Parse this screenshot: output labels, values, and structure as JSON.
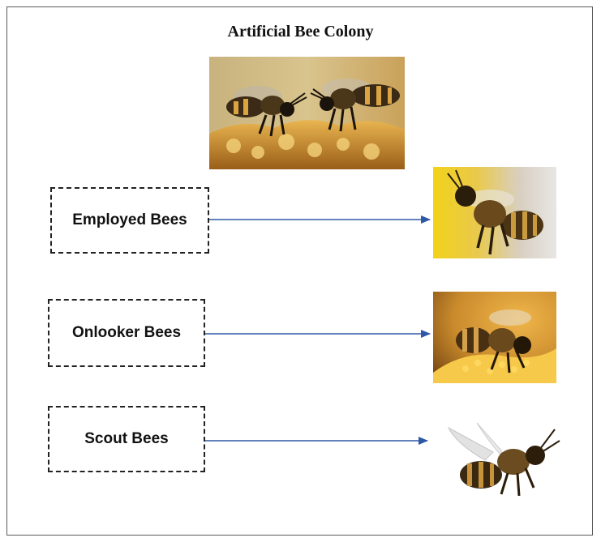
{
  "title": "Artificial Bee Colony",
  "colony_image": {
    "icon": "bee-pair-on-honeycomb-photo"
  },
  "bee_types": [
    {
      "label": "Employed Bees",
      "icon": "employed-bee-photo"
    },
    {
      "label": "Onlooker Bees",
      "icon": "onlooker-bee-photo"
    },
    {
      "label": "Scout Bees",
      "icon": "scout-bee-photo"
    }
  ],
  "colors": {
    "arrow": "#2e58a6",
    "frame": "#5a5a5a",
    "box_border": "#222222"
  }
}
